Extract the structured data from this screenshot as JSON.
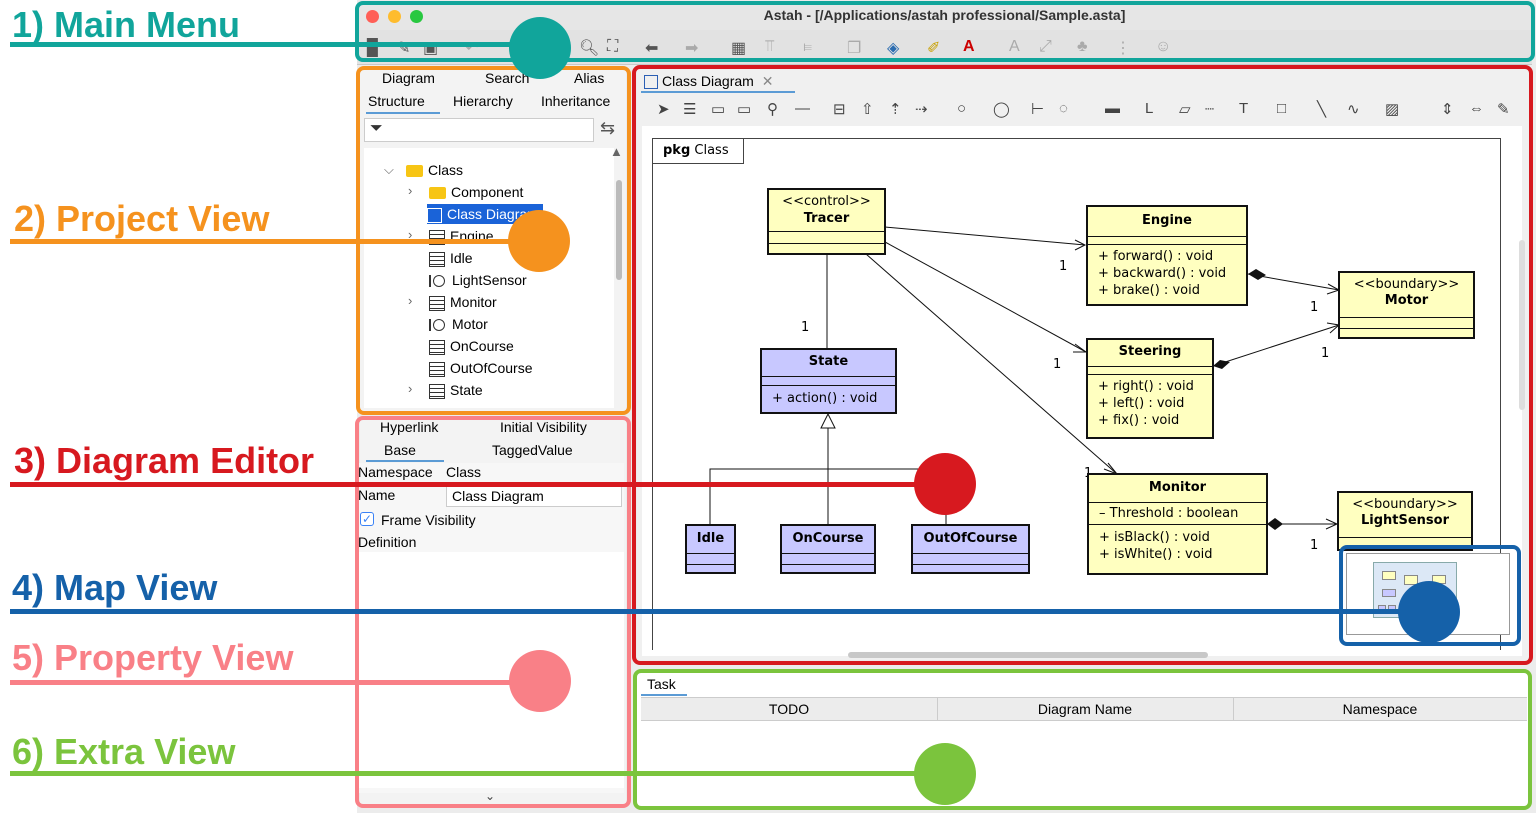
{
  "window": {
    "title": "Astah - [/Applications/astah professional/Sample.asta]"
  },
  "annotations": [
    {
      "label": "1) Main Menu",
      "color": "#11a59b"
    },
    {
      "label": "2) Project View",
      "color": "#f5921e"
    },
    {
      "label": "3) Diagram Editor",
      "color": "#d7191f"
    },
    {
      "label": "4) Map View",
      "color": "#1561a9"
    },
    {
      "label": "5) Property View",
      "color": "#f98087"
    },
    {
      "label": "6) Extra View",
      "color": "#7bc43d"
    }
  ],
  "project_view": {
    "tabs_row1": [
      "Diagram",
      "Search",
      "Alias"
    ],
    "tabs_row2": [
      "Structure",
      "Hierarchy",
      "Inheritance"
    ],
    "filter_icon": "filter-icon",
    "tree": [
      {
        "label": "Class",
        "icon": "folder",
        "expanded": true
      },
      {
        "label": "Component",
        "icon": "folder"
      },
      {
        "label": "Class Diagram",
        "icon": "class-diagram",
        "selected": true
      },
      {
        "label": "Engine",
        "icon": "class"
      },
      {
        "label": "Idle",
        "icon": "class"
      },
      {
        "label": "LightSensor",
        "icon": "interface"
      },
      {
        "label": "Monitor",
        "icon": "class"
      },
      {
        "label": "Motor",
        "icon": "interface"
      },
      {
        "label": "OnCourse",
        "icon": "class"
      },
      {
        "label": "OutOfCourse",
        "icon": "class"
      },
      {
        "label": "State",
        "icon": "class"
      }
    ]
  },
  "property_view": {
    "tabs_row1": [
      "Hyperlink",
      "Initial Visibility"
    ],
    "tabs_row2": [
      "Base",
      "TaggedValue"
    ],
    "namespace_label": "Namespace",
    "namespace_value": "Class",
    "name_label": "Name",
    "name_value": "Class Diagram",
    "frame_visibility": "Frame Visibility",
    "frame_visibility_checked": true,
    "definition_label": "Definition"
  },
  "editor": {
    "tab_label": "Class Diagram",
    "frame_label_kw": "pkg",
    "frame_label_name": "Class",
    "classes": {
      "tracer": {
        "stereotype": "<<control>>",
        "name": "Tracer"
      },
      "engine": {
        "name": "Engine",
        "ops": [
          "+ forward() : void",
          "+ backward() : void",
          "+ brake() : void"
        ]
      },
      "motor": {
        "stereotype": "<<boundary>>",
        "name": "Motor"
      },
      "steering": {
        "name": "Steering",
        "ops": [
          "+ right() : void",
          "+ left() : void",
          "+ fix() : void"
        ]
      },
      "state": {
        "name": "State",
        "ops": [
          "+ action() : void"
        ]
      },
      "monitor": {
        "name": "Monitor",
        "attrs": [
          "– Threshold : boolean"
        ],
        "ops": [
          "+ isBlack() : void",
          "+ isWhite() : void"
        ]
      },
      "lightsensor": {
        "stereotype": "<<boundary>>",
        "name": "LightSensor"
      },
      "idle": {
        "name": "Idle"
      },
      "oncourse": {
        "name": "OnCourse"
      },
      "outofcourse": {
        "name": "OutOfCourse"
      }
    },
    "multiplicity": "1"
  },
  "extra_view": {
    "tab_label": "Task",
    "columns": [
      "TODO",
      "Diagram Name",
      "Namespace"
    ]
  }
}
